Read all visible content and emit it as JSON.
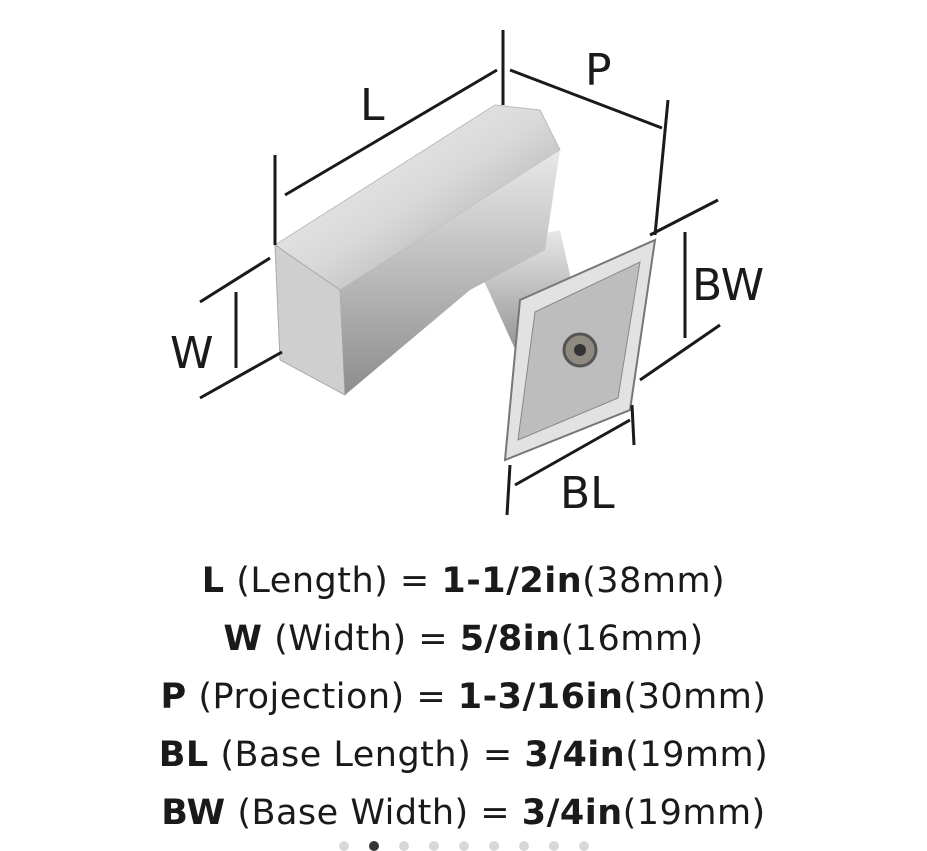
{
  "diagram": {
    "labels": {
      "L": "L",
      "P": "P",
      "W": "W",
      "BW": "BW",
      "BL": "BL"
    }
  },
  "specs": [
    {
      "code": "L",
      "name": "(Length) = ",
      "imperial": "1-1/2in",
      "metric": "(38mm)"
    },
    {
      "code": "W",
      "name": "(Width) = ",
      "imperial": "5/8in",
      "metric": "(16mm)"
    },
    {
      "code": "P",
      "name": "(Projection) = ",
      "imperial": "1-3/16in",
      "metric": "(30mm)"
    },
    {
      "code": "BL",
      "name": "(Base Length) = ",
      "imperial": "3/4in",
      "metric": "(19mm)"
    },
    {
      "code": "BW",
      "name": "(Base Width) = ",
      "imperial": "3/4in",
      "metric": "(19mm)"
    }
  ],
  "carousel": {
    "total": 9,
    "active_index": 1
  }
}
